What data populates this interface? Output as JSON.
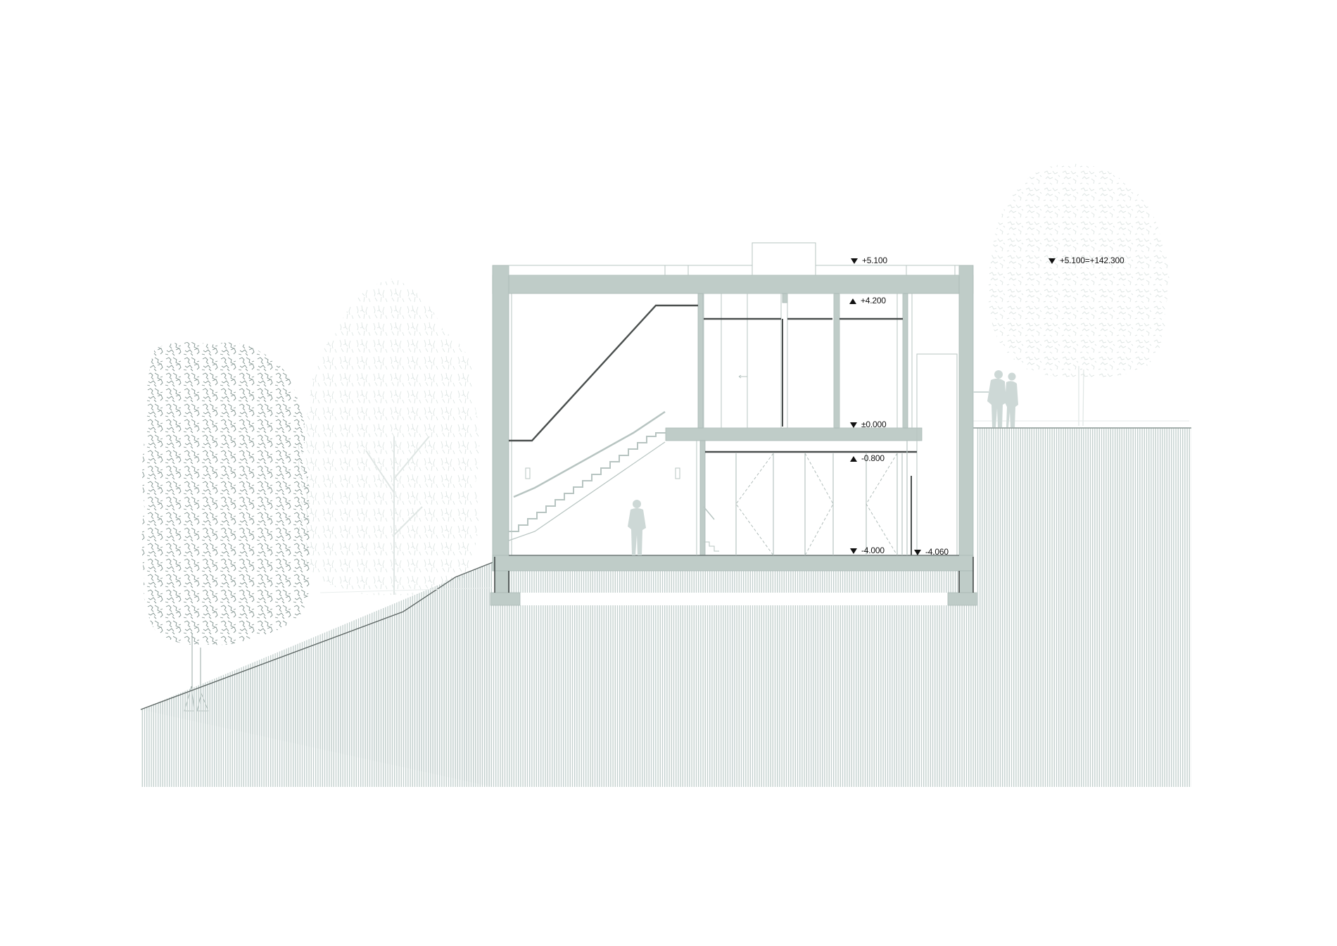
{
  "drawing": {
    "type": "architectural section",
    "colors": {
      "concrete": "#bfccc8",
      "concrete_edge": "#a9b8b4",
      "hatch": "#c3d0ce",
      "terrain_line": "#5f6866",
      "dark_line": "#4a4f4e",
      "thin_line": "#b7c4c1",
      "figure": "#cdd8d6",
      "tree_front": "#7f918d",
      "tree_back": "#dfe6e4"
    }
  },
  "levels": [
    {
      "id": "roof-top",
      "label": "+5.100",
      "direction": "down"
    },
    {
      "id": "roof-top-absolute",
      "label": "+5.100=+142.300",
      "direction": "down"
    },
    {
      "id": "upper-ceiling",
      "label": "+4.200",
      "direction": "up"
    },
    {
      "id": "ground-floor",
      "label": "±0.000",
      "direction": "down"
    },
    {
      "id": "lower-ceiling",
      "label": "-0.800",
      "direction": "up"
    },
    {
      "id": "lower-floor",
      "label": "-4.000",
      "direction": "down"
    },
    {
      "id": "lower-floor-step",
      "label": "-4.060",
      "direction": "down"
    }
  ],
  "figures": [
    {
      "id": "person-interior",
      "description": "standing person silhouette"
    },
    {
      "id": "couple-exterior",
      "description": "two standing people silhouettes"
    }
  ],
  "trees": [
    {
      "id": "tree-front-left"
    },
    {
      "id": "tree-back-left"
    },
    {
      "id": "tree-right"
    }
  ]
}
